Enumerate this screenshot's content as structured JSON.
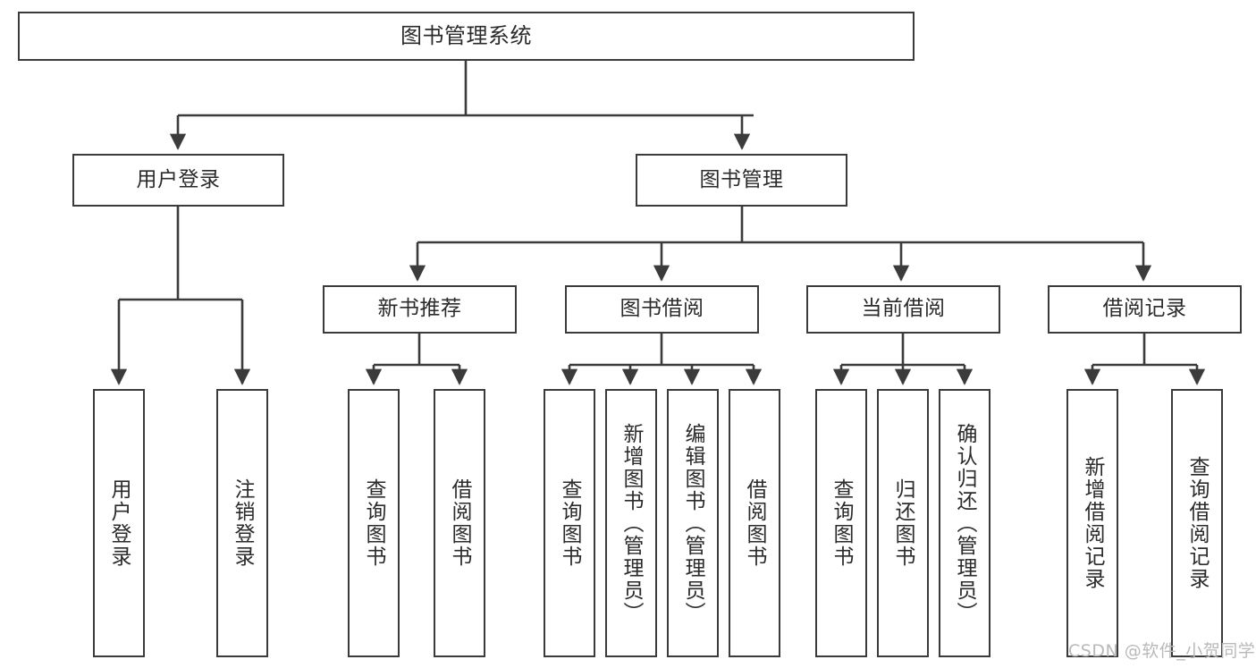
{
  "diagram": {
    "title": "图书管理系统",
    "type": "tree-structure-chart",
    "stroke_color": "#3b3b3b",
    "text_color": "#2b2b2b",
    "background_color": "#ffffff",
    "nodes": {
      "root": {
        "label": "图书管理系统"
      },
      "level2": [
        {
          "id": "user-login",
          "label": "用户登录"
        },
        {
          "id": "book-management",
          "label": "图书管理"
        }
      ],
      "level3": [
        {
          "id": "new-book-recommend",
          "label": "新书推荐"
        },
        {
          "id": "book-borrow",
          "label": "图书借阅"
        },
        {
          "id": "current-borrow",
          "label": "当前借阅"
        },
        {
          "id": "borrow-record",
          "label": "借阅记录"
        }
      ],
      "leaves": [
        {
          "id": "leaf-user-login",
          "label": "用户登录",
          "parent": "user-login"
        },
        {
          "id": "leaf-user-logout",
          "label": "注销登录",
          "parent": "user-login"
        },
        {
          "id": "leaf-query-book-1",
          "label": "查询图书",
          "parent": "new-book-recommend"
        },
        {
          "id": "leaf-borrow-book-1",
          "label": "借阅图书",
          "parent": "new-book-recommend"
        },
        {
          "id": "leaf-query-book-2",
          "label": "查询图书",
          "parent": "book-borrow"
        },
        {
          "id": "leaf-add-book",
          "label": "新增图书（管理员）",
          "parent": "book-borrow"
        },
        {
          "id": "leaf-edit-book",
          "label": "编辑图书（管理员）",
          "parent": "book-borrow"
        },
        {
          "id": "leaf-borrow-book-2",
          "label": "借阅图书",
          "parent": "book-borrow"
        },
        {
          "id": "leaf-query-book-3",
          "label": "查询图书",
          "parent": "current-borrow"
        },
        {
          "id": "leaf-return-book",
          "label": "归还图书",
          "parent": "current-borrow"
        },
        {
          "id": "leaf-confirm-return",
          "label": "确认归还（管理员）",
          "parent": "current-borrow"
        },
        {
          "id": "leaf-add-record",
          "label": "新增借阅记录",
          "parent": "borrow-record"
        },
        {
          "id": "leaf-query-record",
          "label": "查询借阅记录",
          "parent": "borrow-record"
        }
      ]
    }
  },
  "watermark": {
    "text": "CSDN @软件_小贺同学"
  }
}
